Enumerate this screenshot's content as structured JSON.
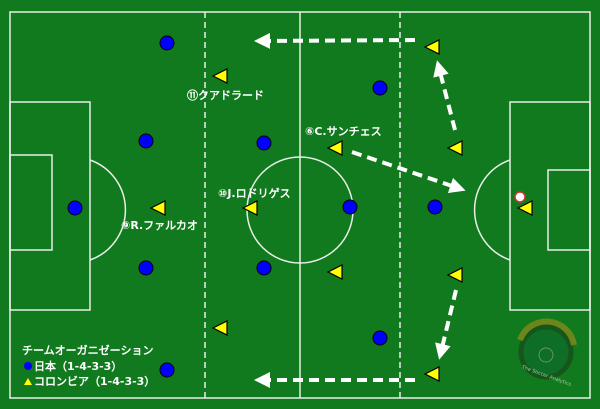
{
  "colors": {
    "pitch": "#117a1e",
    "line": "#e8f0e8",
    "japan": "#0000ff",
    "colombia": "#ffff00",
    "arrow": "#ffffff"
  },
  "player_labels": [
    "⑪クアドラード",
    "⑥C.サンチェス",
    "⑩J.ロドリゲス",
    "⑨R.ファルカオ"
  ],
  "legend": {
    "title": "チームオーガニゼーション",
    "japan": "日本（1-4-3-3）",
    "colombia": "コロンビア（1-4-3-3）"
  },
  "watermark": "The Soccer Analytics",
  "icons": [
    "ball-icon",
    "logo-icon"
  ]
}
